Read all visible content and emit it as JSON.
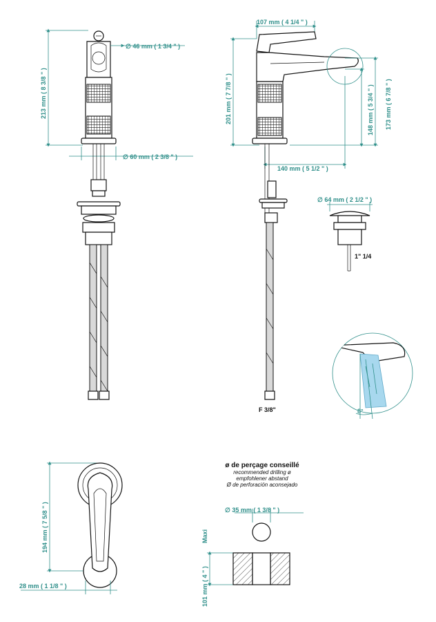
{
  "dimensions": {
    "front_diameter_top": "∅  46 mm ( 1 3/4 \" )",
    "front_height": "213 mm ( 8 3/8 \" )",
    "front_base_diameter": "∅  60 mm ( 2 3/8 \" )",
    "side_top_width": "107 mm ( 4 1/4 \" )",
    "side_height": "201 mm ( 7 7/8 \" )",
    "side_spout_height_outer": "173 mm ( 6 7/8 \" )",
    "side_spout_height_inner": "148 mm ( 5 3/4 \" )",
    "side_reach": "140 mm ( 5 1/2 \" )",
    "drain_diameter": "∅  64 mm ( 2 1/2 \" )",
    "drain_thread": "1\" 1/4",
    "hose_thread": "F 3/8\"",
    "angle": "8°",
    "top_view_length": "194 mm ( 7 5/8 \" )",
    "top_view_width": "28 mm ( 1 1/8 \" )",
    "drill_diameter": "∅  35 mm ( 1 3/8 \" )",
    "deck_thickness": "101 mm ( 4 \" )",
    "deck_max": "Maxi"
  },
  "drilling": {
    "title": "ø de perçage conseillé",
    "en": "recommended drilling ø",
    "de": "empfohlener abstand",
    "es": "Ø de perforación aconsejado"
  },
  "colors": {
    "dimension": "#2f8f8a",
    "water": "#a8d8ee",
    "outline": "#111111"
  }
}
